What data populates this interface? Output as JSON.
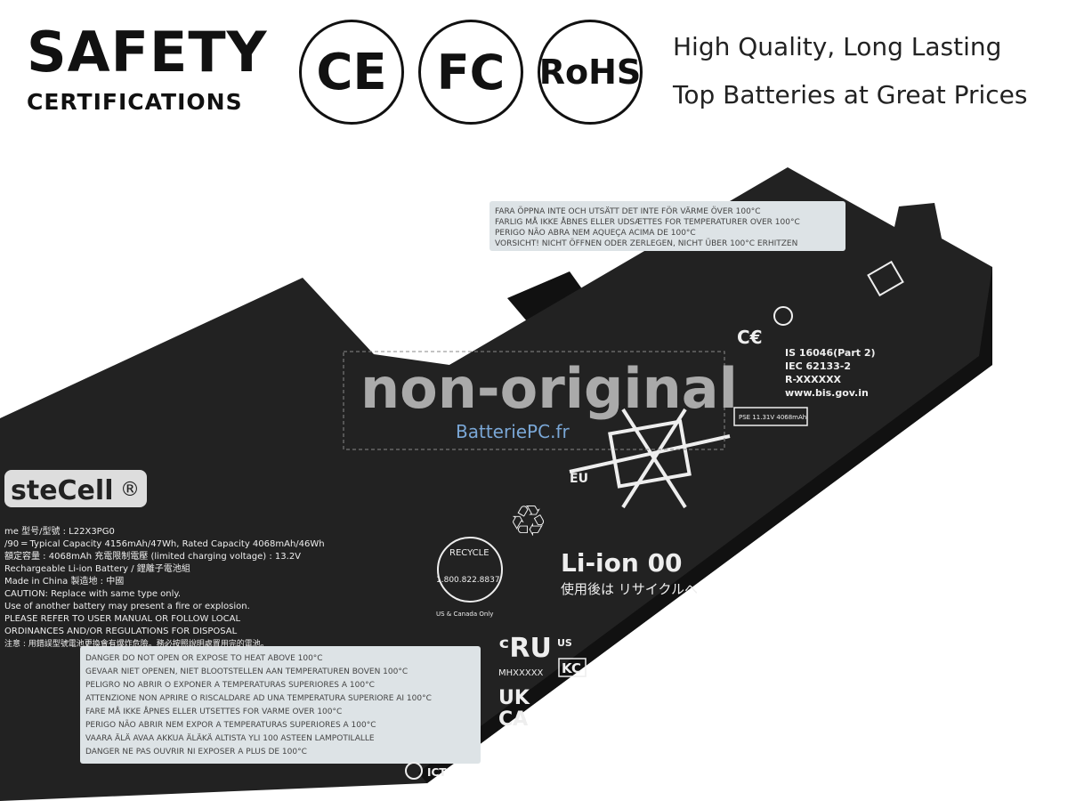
{
  "header": {
    "title": "SAFETY",
    "subtitle": "CERTIFICATIONS",
    "certifications": [
      "CE",
      "FC",
      "RoHS"
    ],
    "taglines": [
      "High Quality, Long Lasting",
      "Top Batteries at Great Prices"
    ]
  },
  "watermark": {
    "text": "non-original",
    "site": "BatteriePC.fr"
  },
  "battery": {
    "brand": "steCell",
    "registered": "®",
    "label_lines": [
      "me 型号/型號 : L22X3PG0",
      "/90 ═ Typical Capacity 4156mAh/47Wh, Rated Capacity 4068mAh/46Wh",
      "額定容量 : 4068mAh 充電限制電壓 (limited charging voltage) : 13.2V",
      "Rechargeable Li-ion Battery / 鋰離子電池組",
      "Made in China 製造地 : 中國",
      "CAUTION: Replace with same type only.",
      "Use of another battery may present a fire or explosion.",
      "PLEASE REFER TO USER MANUAL OR FOLLOW LOCAL",
      "ORDINANCES AND/OR REGULATIONS FOR DISPOSAL",
      "注意 : 用錯誤型號電池更換會有爆炸危險。務必按照說明處置用完的電池。"
    ],
    "warning_lines": [
      "DANGER  DO NOT OPEN OR EXPOSE TO HEAT ABOVE 100°C",
      "GEVAAR  NIET OPENEN, NIET BLOOTSTELLEN AAN TEMPERATUREN BOVEN 100°C",
      "PELIGRO  NO ABRIR O EXPONER A TEMPERATURAS SUPERIORES A 100°C",
      "ATTENZIONE  NON APRIRE O RISCALDARE AD UNA TEMPERATURA SUPERIORE AI 100°C",
      "FARE  MÅ IKKE ÅPNES ELLER UTSETTES FOR VARME OVER 100°C",
      "PERIGO  NÃO ABRIR NEM EXPOR A TEMPERATURAS SUPERIORES A 100°C",
      "VAARA  ÄLÄ AVAA AKKUA ÄLÄKÄ ALTISTA YLI 100 ASTEEN LAMPOTILALLE",
      "DANGER  NE PAS OUVRIR NI EXPOSER A PLUS DE 100°C"
    ],
    "upper_warning_lines": [
      "FARA  ÖPPNA INTE OCH UTSÄTT DET INTE FÖR VÄRME ÖVER 100°C",
      "FARLIG  MÅ IKKE ÅBNES ELLER UDSÆTTES FOR TEMPERATURER OVER 100°C",
      "PERIGO  NÃO ABRA NEM AQUEÇA ACIMA DE 100°C",
      "VORSICHT!  NICHT ÖFFNEN ODER ZERLEGEN, NICHT ÜBER 100°C ERHITZEN"
    ],
    "recycle": {
      "top": "RECYCLE",
      "phone": "1.800.822.8837",
      "note": "US & Canada Only"
    },
    "liion": "Li-ion 00",
    "liion_jp": "使用後は リサイクルへ",
    "bis": [
      "IS 16046(Part 2)",
      "IEC 62133-2",
      "R-XXXXXX",
      "www.bis.gov.in"
    ],
    "ul_code": "MHXXXXX",
    "ul_us": "US",
    "ukca": [
      "UK",
      "CA"
    ],
    "ict": "ICT",
    "kc": "KC",
    "pse": "PSE 11.31V 4068mAh",
    "eu": "EU"
  },
  "colors": {
    "battery": "#1f1f1f",
    "label": "#dde3e6",
    "text": "#111111"
  }
}
